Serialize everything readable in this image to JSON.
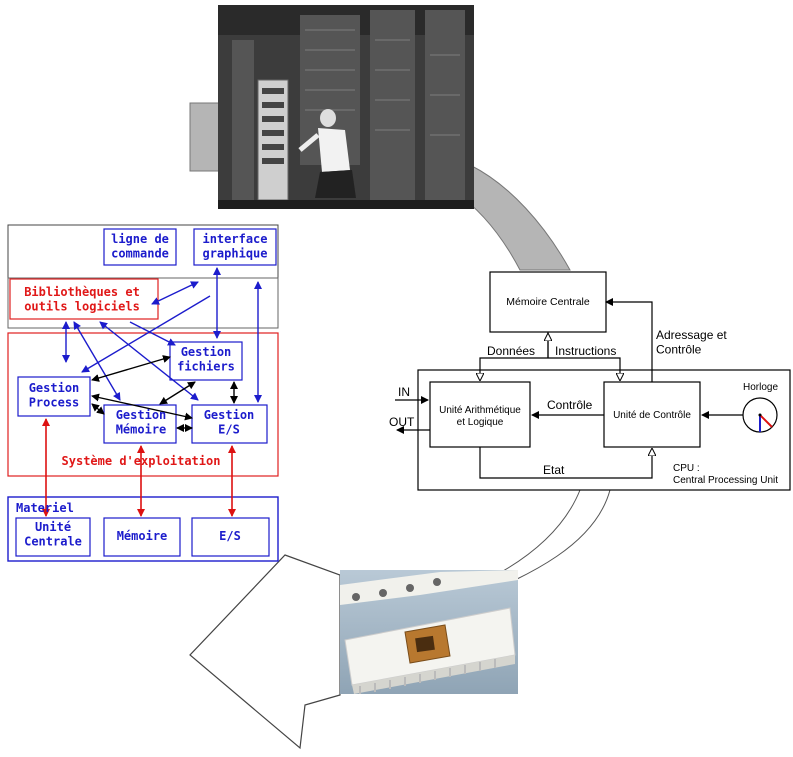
{
  "os_diagram": {
    "cli_label": "ligne de\ncommande",
    "gui_label": "interface\ngraphique",
    "libraries_label": "Bibliothèques et\noutils logiciels",
    "process_label": "Gestion\nProcess",
    "files_label": "Gestion\nfichiers",
    "memory_mgmt_label": "Gestion\nMémoire",
    "io_mgmt_label": "Gestion\nE/S",
    "os_label": "Système d'exploitation",
    "hardware_label": "Materiel",
    "cpu_label": "Unité\nCentrale",
    "memory_label": "Mémoire",
    "io_label": "E/S"
  },
  "cpu_diagram": {
    "central_memory": "Mémoire Centrale",
    "addressing": "Adressage et\nContrôle",
    "data": "Données",
    "instructions": "Instructions",
    "in": "IN",
    "out": "OUT",
    "alu": "Unité Arithmétique\net Logique",
    "control_flow": "Contrôle",
    "control_unit": "Unité de Contrôle",
    "clock": "Horloge",
    "state": "Etat",
    "cpu_caption": "CPU :\nCentral Processing Unit"
  },
  "colors": {
    "blue": "#1c1ccc",
    "red": "#dd1111",
    "os_text_red": "#e01818",
    "flow_arrow_fill": "#b5b5b5"
  }
}
